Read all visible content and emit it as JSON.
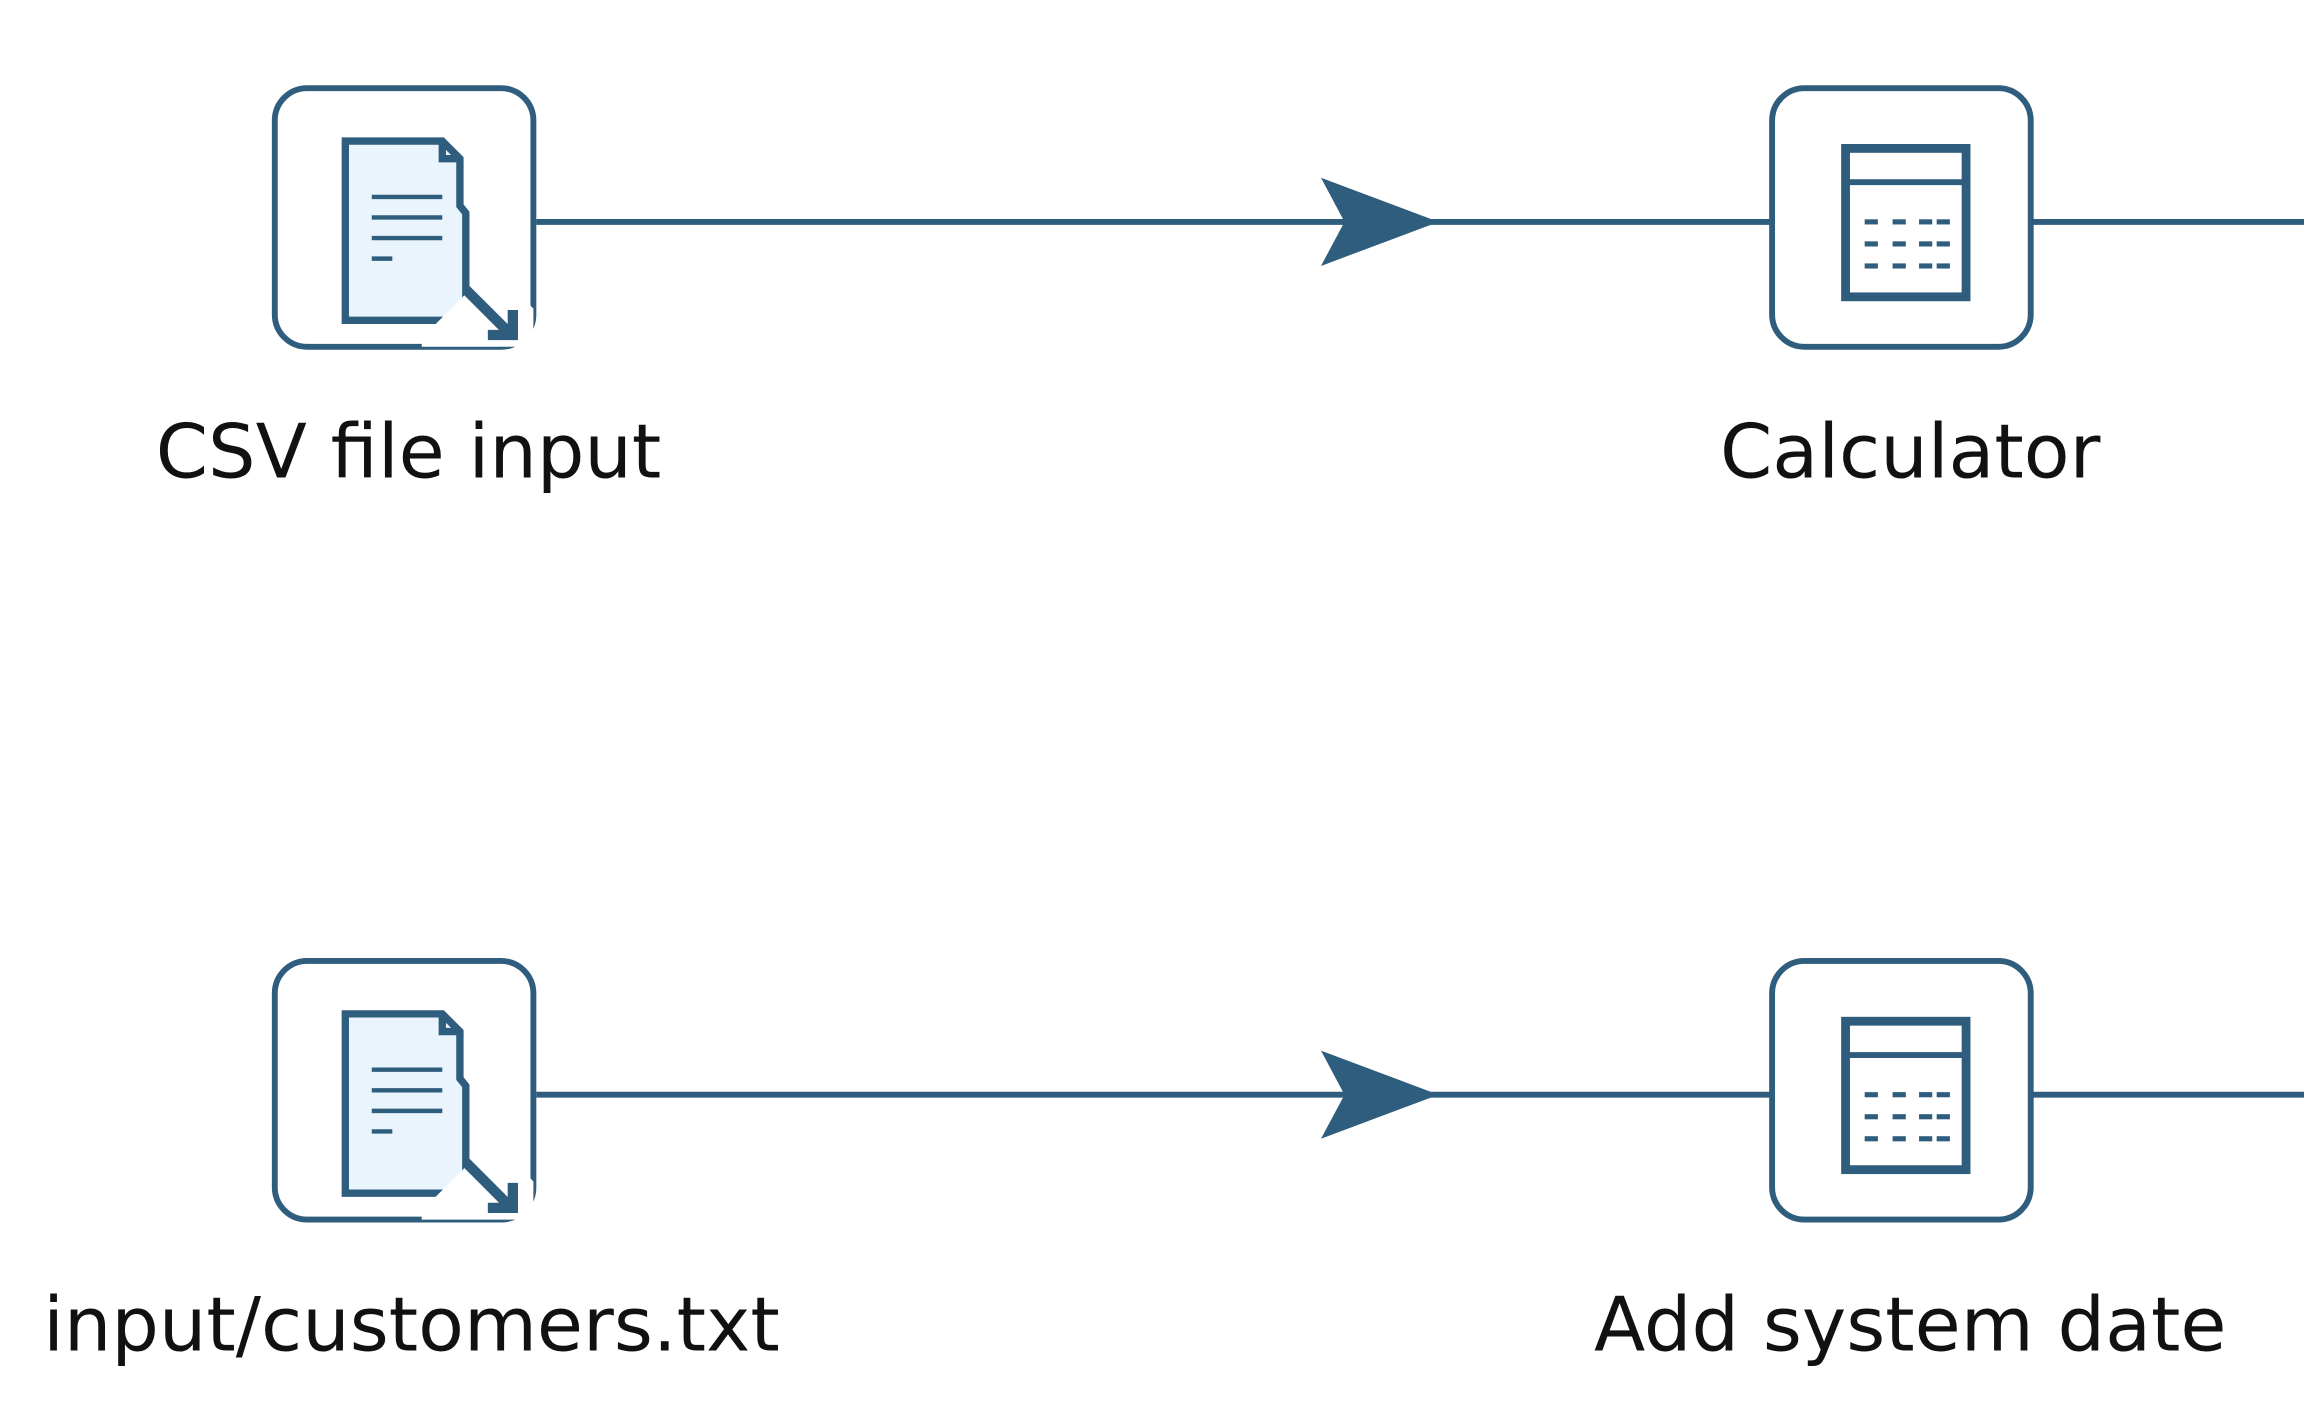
{
  "diagram": {
    "theme": {
      "stroke_color": "#2f5d7e",
      "fill_color": "#e9f4fc",
      "text_color": "#111111",
      "background": "#ffffff"
    },
    "steps": [
      {
        "id": "csv",
        "label": "CSV file input",
        "icon": "text-file-input-icon"
      },
      {
        "id": "calc",
        "label": "Calculator",
        "icon": "calculator-icon"
      },
      {
        "id": "txt",
        "label": "input/customers.txt",
        "icon": "text-file-input-icon"
      },
      {
        "id": "date",
        "label": "Add system date",
        "icon": "calculator-icon"
      }
    ],
    "hops": [
      {
        "from": "CSV file input",
        "to": "Calculator"
      },
      {
        "from": "Calculator",
        "to": ""
      },
      {
        "from": "input/customers.txt",
        "to": "Add system date"
      },
      {
        "from": "Add system date",
        "to": ""
      }
    ]
  }
}
